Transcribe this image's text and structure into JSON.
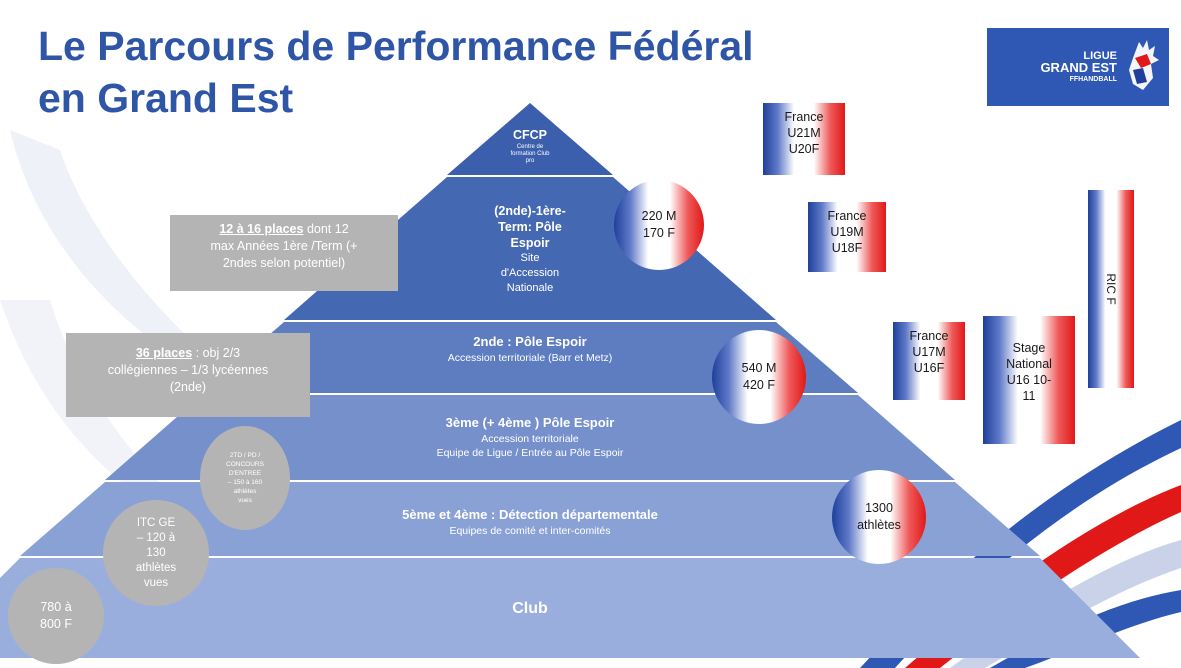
{
  "title": {
    "line1": "Le Parcours de Performance Fédéral",
    "line2": "en Grand Est"
  },
  "logo": {
    "line1": "LIGUE",
    "line2": "GRAND EST",
    "line3": "FFHANDBALL",
    "icon": "rooster-icon"
  },
  "pyramid": {
    "cfcp": {
      "main": "CFCP",
      "sub": "Centre de formation Club pro"
    },
    "pole_espoir_term": {
      "main_a": "(2nde)-1ère-",
      "main_b": "Term: Pôle",
      "main_c": "Espoir",
      "sub1": "Site",
      "sub2": "d'Accession",
      "sub3": "Nationale"
    },
    "seconde": {
      "main": "2nde : Pôle Espoir",
      "sub": "Accession territoriale (Barr et Metz)"
    },
    "troisieme": {
      "main": "3ème (+ 4ème ) Pôle Espoir",
      "sub1": "Accession territoriale",
      "sub2": "Equipe de Ligue / Entrée au Pôle Espoir"
    },
    "detection": {
      "main": "5ème et 4ème : Détection départementale",
      "sub": "Equipes de comité et inter-comités"
    },
    "club": {
      "main": "Club"
    }
  },
  "gray_boxes": {
    "places_12_16": {
      "bold": "12 à 16 places",
      "line1": "dont 12",
      "line2": "max Années 1ère /Term (+",
      "line3": "2ndes selon potentiel)"
    },
    "places_36": {
      "bold": "36 places",
      "line1": ": obj 2/3",
      "line2": "collégiennes – 1/3 lycéennes",
      "line3": "(2nde)"
    }
  },
  "gray_circles": {
    "concours": {
      "l1": "2TD / PD /",
      "l2": "CONCOURS",
      "l3": "D'ENTREE",
      "l4": "– 150 à 160",
      "l5": "athlètes",
      "l6": "vues"
    },
    "itc": {
      "l1": "ITC GE",
      "l2": "– 120 à",
      "l3": "130",
      "l4": "athlètes",
      "l5": "vues"
    },
    "f780": {
      "l1": "780 à",
      "l2": "800 F"
    }
  },
  "flag_circles": {
    "c220": {
      "l1": "220 M",
      "l2": "170 F"
    },
    "c540": {
      "l1": "540 M",
      "l2": "420 F"
    },
    "c1300": {
      "l1": "1300",
      "l2": "athlètes"
    }
  },
  "flag_boxes": {
    "u21": {
      "l1": "France",
      "l2": "U21M",
      "l3": "U20F"
    },
    "u19": {
      "l1": "France",
      "l2": "U19M",
      "l3": "U18F"
    },
    "u17": {
      "l1": "France",
      "l2": "U17M",
      "l3": "U16F"
    },
    "stage": {
      "l1": "Stage",
      "l2": "National",
      "l3": "U16 10-",
      "l4": "11"
    },
    "ricf": {
      "l1": "RIC F"
    }
  },
  "colors": {
    "title": "#2e55a6",
    "tier_top": "#3b5fac",
    "tier_bottom": "#9aaede",
    "gray": "#b4b4b4",
    "flag_blue": "#1f3f9a",
    "flag_red": "#e01818"
  }
}
